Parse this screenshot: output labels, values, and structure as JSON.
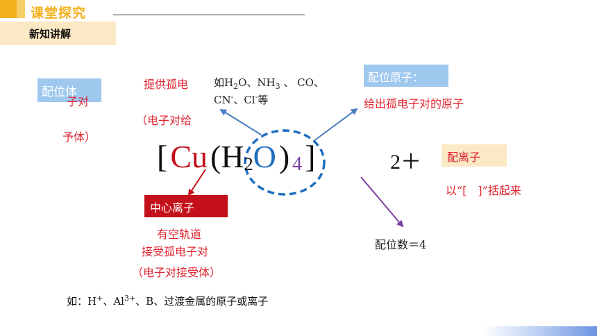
{
  "header": {
    "title": "课堂探究",
    "subtitle": "新知讲解"
  },
  "colors": {
    "accent_yellow": "#f2b01e",
    "label_blue": "#9ec8ee",
    "center_red": "#c4101a",
    "text_red": "#e0232f",
    "formula_blue": "#1e6fc0",
    "coord_purple": "#7a3ea0",
    "arrow_blue": "#4a7cc0"
  },
  "ligand": {
    "label": "配位体",
    "desc_line1": "提供孤电",
    "desc_overlap": "子对",
    "desc_line2": "（电子对给",
    "desc_line3": "予体）",
    "examples_prefix": "如H",
    "examples_sub2": "2",
    "examples_mid": "O、NH",
    "examples_sub3": "3",
    "examples_rest": " 、  CO、",
    "examples_line2_a": "CN",
    "examples_sup_minus": "-",
    "examples_line2_b": "、Cl",
    "examples_sup_minus2": "-",
    "examples_line2_c": "等"
  },
  "coordinating_atom": {
    "label": "配位原子：",
    "desc": "给出孤电子对的原子"
  },
  "formula": {
    "bracket_open": "[",
    "metal": "Cu",
    "paren_open": "(",
    "h": "H",
    "sub": "2",
    "o": "O",
    "paren_close": ")",
    "coord_num": "4",
    "bracket_close": "]",
    "charge": "2＋"
  },
  "complex_ion": {
    "label": "配离子",
    "desc": "以“[　]”括起来"
  },
  "central_ion": {
    "label": "中心离子",
    "desc_line1": "有空轨道",
    "desc_line2": "接受孤电子对",
    "desc_line3": "（电子对接受体）",
    "examples_a": "如：H",
    "examples_sup1": "+",
    "examples_b": "、Al",
    "examples_sup2": "3+",
    "examples_c": "、B、过渡金属的原子或离子"
  },
  "coordination_number": {
    "label": "配位数＝4"
  }
}
